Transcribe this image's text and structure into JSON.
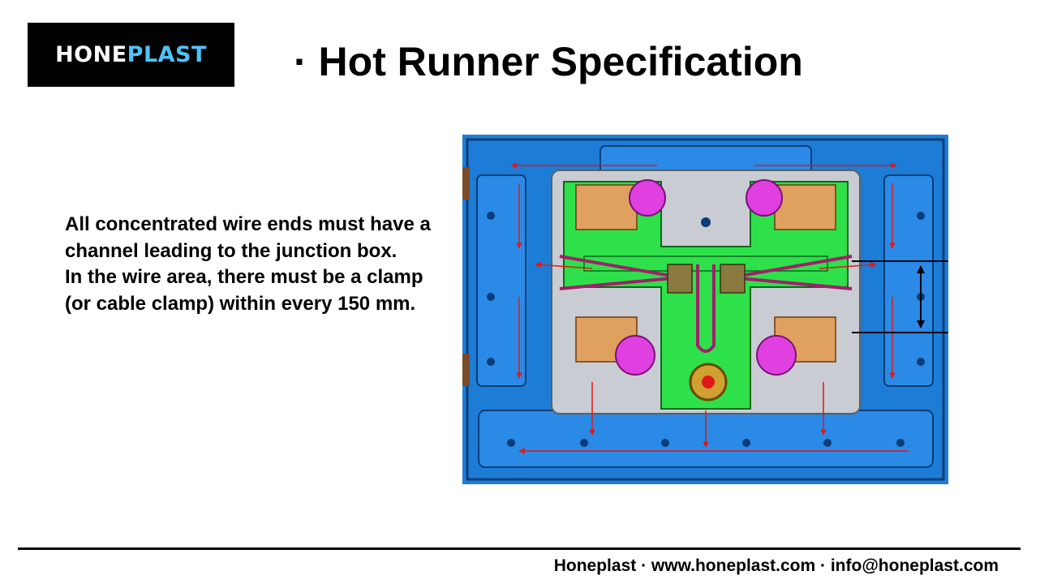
{
  "logo": {
    "part1": "HONE",
    "part2": "PLAST"
  },
  "title": "· Hot Runner Specification",
  "body": {
    "paragraph1": "All concentrated wire ends must have a channel leading to the junction box.",
    "paragraph2": "In the wire area, there must be a clamp (or cable clamp) within every 150 mm."
  },
  "footer": {
    "company": "Honeplast",
    "separator": " · ",
    "website": "www.honeplast.com",
    "email": "info@honeplast.com"
  },
  "colors": {
    "logo_accent": "#4fc3f7",
    "plate_blue": "#1d7dd6",
    "manifold_green": "#2ee04a",
    "heater_magenta": "#e040e0",
    "flow_arrow_red": "#e01818"
  }
}
